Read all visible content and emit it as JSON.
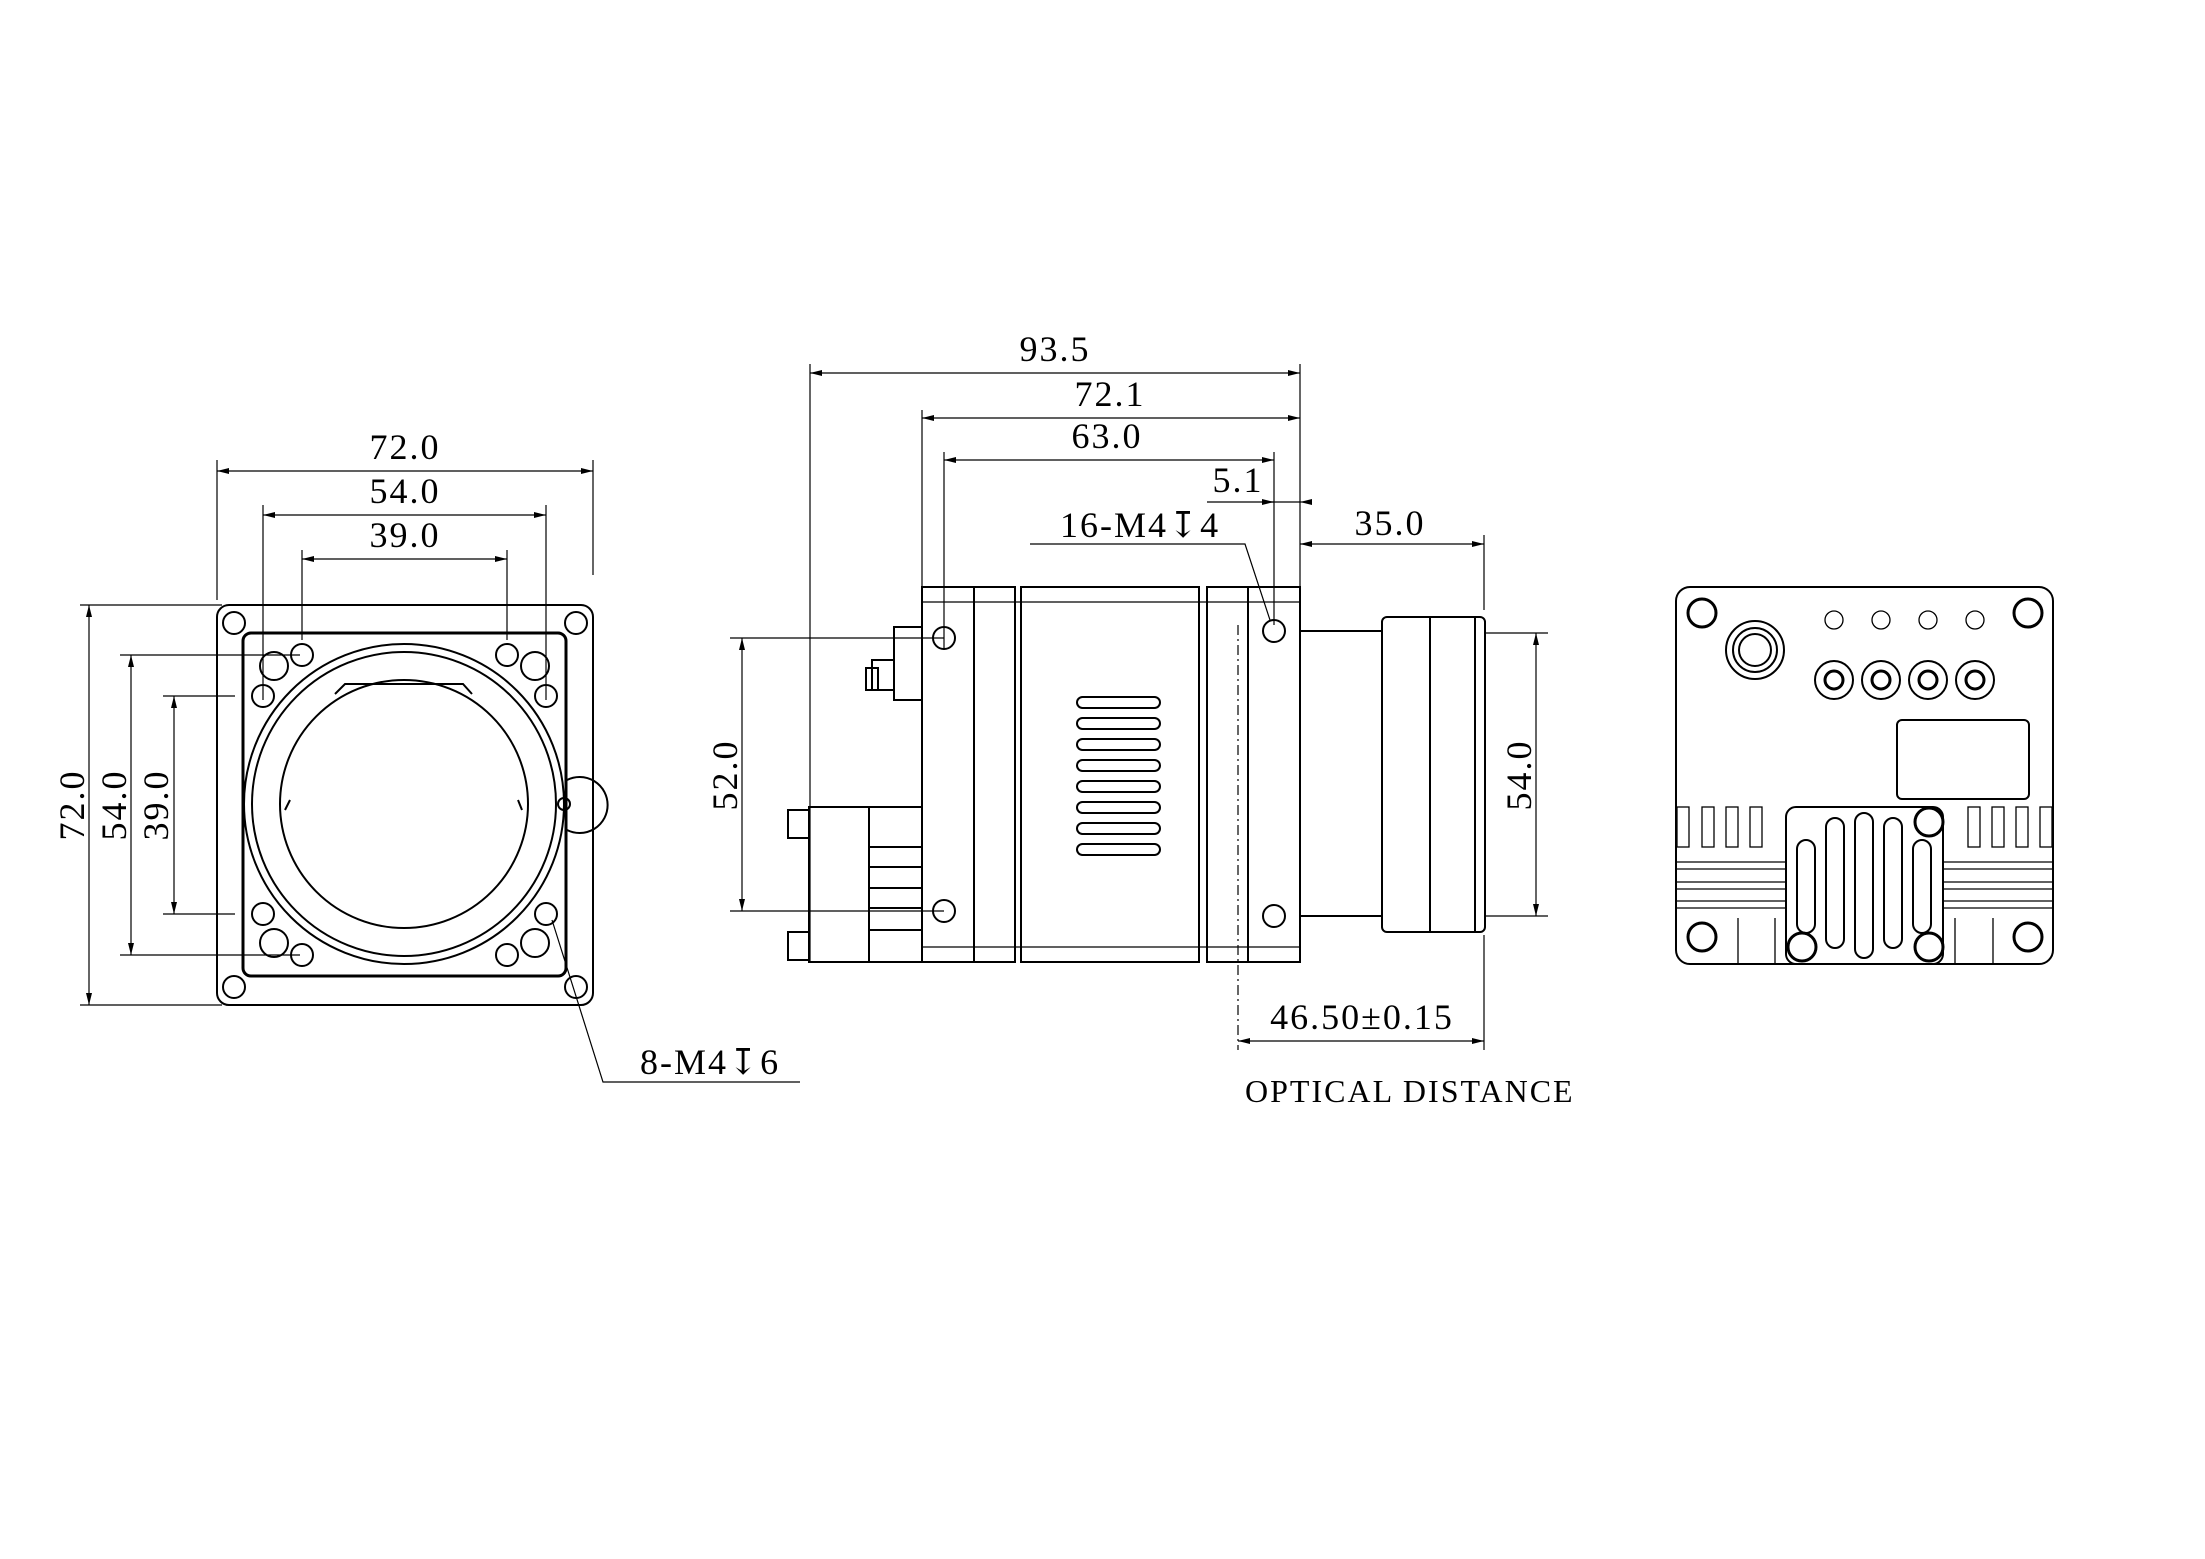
{
  "front_view": {
    "width_outer": "72.0",
    "width_mid": "54.0",
    "width_inner": "39.0",
    "height_outer": "72.0",
    "height_mid": "54.0",
    "height_inner": "39.0",
    "thread_note": "8-M4↧6"
  },
  "side_view": {
    "total_length": "93.5",
    "body_length": "72.1",
    "hole_span": "63.0",
    "hole_offset": "5.1",
    "thread_note": "16-M4↧4",
    "lens_length": "35.0",
    "hole_height": "52.0",
    "lens_diameter": "54.0",
    "optical_distance_value": "46.50±0.15",
    "optical_distance_label": "OPTICAL DISTANCE"
  },
  "colors": {
    "line": "#000000",
    "background": "#ffffff"
  }
}
